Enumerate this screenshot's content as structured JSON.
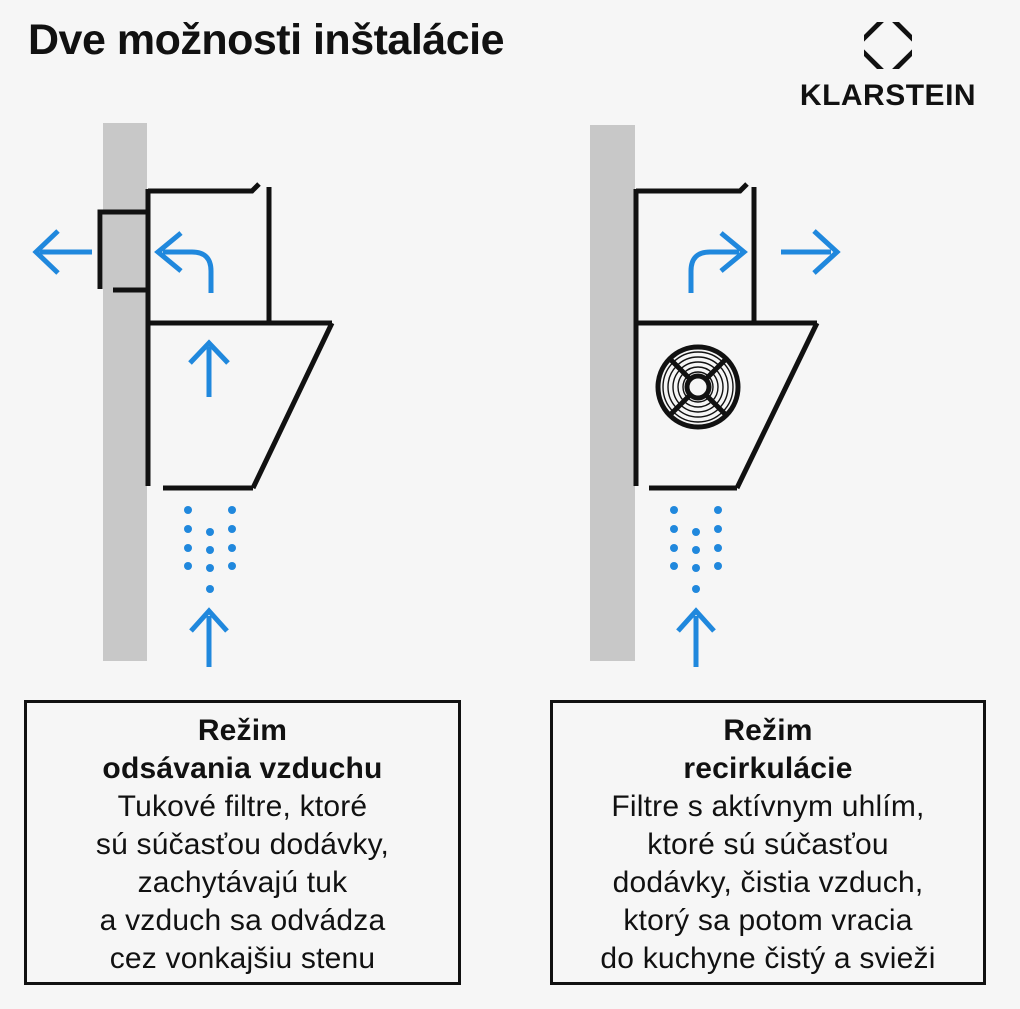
{
  "title": "Dve možnosti inštalácie",
  "brand": {
    "name": "KLARSTEIN"
  },
  "colors": {
    "background": "#f6f6f6",
    "ink": "#111111",
    "wall": "#c8c8c8",
    "accent": "#2088dd"
  },
  "left_panel": {
    "mode": "exhaust",
    "heading_lines": [
      "Režim",
      "odsávania vzduchu"
    ],
    "body_lines": [
      "Tukové filtre, ktoré",
      "sú súčasťou dodávky,",
      "zachytávajú tuk",
      "a vzduch sa odvádza",
      "cez vonkajšiu stenu"
    ]
  },
  "right_panel": {
    "mode": "recirculation",
    "heading_lines": [
      "Režim",
      "recirkulácie"
    ],
    "body_lines": [
      "Filtre s aktívnym uhlím,",
      "ktoré sú súčasťou",
      "dodávky, čistia vzduch,",
      "ktorý sa potom vracia",
      "do kuchyne čistý a svieži"
    ]
  }
}
